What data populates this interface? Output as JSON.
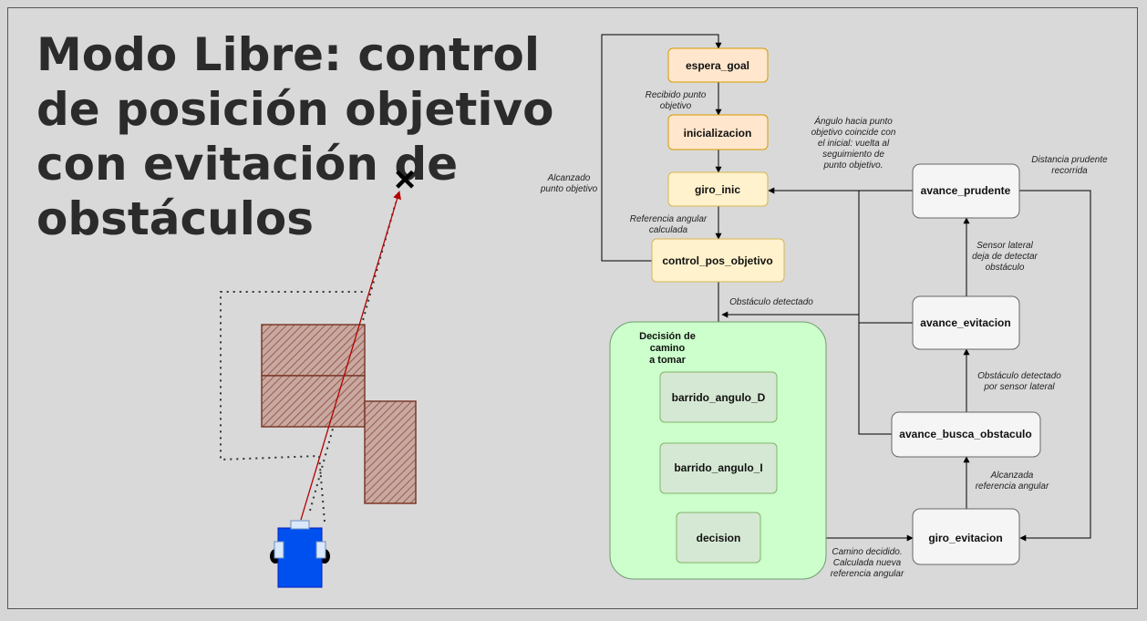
{
  "title": "Modo Libre: control de posición objetivo con evitación de obstáculos",
  "colors": {
    "background": "#d9d9d9",
    "state_orange": "#ffe6cc",
    "state_orange_border": "#d79b00",
    "state_yellow": "#fff2cc",
    "state_yellow_border": "#d6b656",
    "region_green": "#ccffcc",
    "state_green": "#d5e8d4",
    "state_green_border": "#82b366",
    "state_white": "#f5f5f5",
    "robot_blue": "#0050ef",
    "path_red": "#b20000",
    "obstacle": "#8b4a3a"
  },
  "states": {
    "espera_goal": "espera_goal",
    "inicializacion": "inicializacion",
    "giro_inic": "giro_inic",
    "control_pos_objetivo": "control_pos_objetivo",
    "barrido_angulo_D": "barrido_angulo_D",
    "barrido_angulo_I": "barrido_angulo_I",
    "decision": "decision",
    "avance_prudente": "avance_prudente",
    "avance_evitacion": "avance_evitacion",
    "avance_busca_obstaculo": "avance_busca_obstaculo",
    "giro_evitacion": "giro_evitacion"
  },
  "region": {
    "label": [
      "Decisión de",
      "camino",
      "a tomar"
    ]
  },
  "transitions": {
    "recibido": [
      "Recibido punto",
      "objetivo"
    ],
    "referencia": [
      "Referencia angular",
      "calculada"
    ],
    "alcanzado": [
      "Alcanzado",
      "punto objetivo"
    ],
    "obstaculo_detectado": [
      "Obstáculo detectado"
    ],
    "angulo": [
      "Ángulo hacia punto",
      "objetivo coincide con",
      "el inicial: vuelta al",
      "seguimiento de",
      "punto objetivo."
    ],
    "distancia": [
      "Distancia prudente",
      "recorrida"
    ],
    "sensor_lateral": [
      "Sensor lateral",
      "deja de detectar",
      "obstáculo"
    ],
    "obstaculo_lateral": [
      "Obstáculo detectado",
      "por sensor lateral"
    ],
    "alcanzada": [
      "Alcanzada",
      "referencia angular"
    ],
    "camino": [
      "Camino decidido.",
      "Calculada nueva",
      "referencia angular"
    ]
  },
  "illustration": {
    "goal_marker": "×"
  }
}
